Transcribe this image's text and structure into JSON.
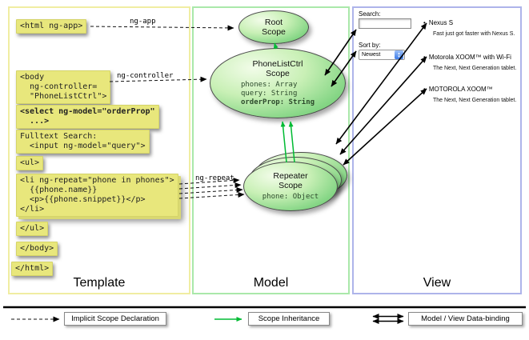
{
  "columns": {
    "template": "Template",
    "model": "Model",
    "view": "View"
  },
  "template": {
    "snippets": [
      {
        "code": "<html ng-app>"
      },
      {
        "code": "<body\n  ng-controller=\n  \"PhoneListCtrl\">"
      },
      {
        "code": "<select ng-model=\"orderProp\"\n  ...>"
      },
      {
        "code": "Fulltext Search:\n  <input ng-model=\"query\">"
      },
      {
        "code": "<ul>"
      },
      {
        "code": "<li ng-repeat=\"phone in phones\">\n  {{phone.name}}\n  <p>{{phone.snippet}}</p>\n</li>"
      },
      {
        "code": "</ul>"
      },
      {
        "code": "</body>"
      },
      {
        "code": "</html>"
      }
    ]
  },
  "arrows": {
    "ng_app": "ng-app",
    "ng_controller": "ng-controller",
    "ng_repeat": "ng-repeat"
  },
  "model": {
    "root_scope": {
      "title": "Root\nScope"
    },
    "phonelist_scope": {
      "title": "PhoneListCtrl\nScope",
      "props": [
        "phones: Array",
        "query: String",
        "orderProp: String"
      ]
    },
    "repeater_scope": {
      "title": "Repeater\nScope",
      "props": [
        "phone: Object"
      ]
    }
  },
  "view": {
    "search_label": "Search:",
    "search_value": "",
    "sort_label": "Sort by:",
    "sort_value": "Newest",
    "phones": [
      {
        "name": "Nexus S",
        "snippet": "Fast just got faster with Nexus S."
      },
      {
        "name": "Motorola XOOM™ with Wi-Fi",
        "snippet": "The Next, Next Generation tablet."
      },
      {
        "name": "MOTOROLA XOOM™",
        "snippet": "The Next, Next Generation tablet."
      }
    ]
  },
  "legend": {
    "items": [
      {
        "label": "Implicit Scope Declaration"
      },
      {
        "label": "Scope Inheritance"
      },
      {
        "label": "Model / View Data-binding"
      }
    ]
  },
  "icons": {
    "stepper_up": "▴",
    "stepper_down": "▾",
    "bullet": "•"
  },
  "colors": {
    "code_box": "#e8e77c",
    "inheritance_green": "#00bb33",
    "template_border": "#f0eda2",
    "model_border": "#aae8aa",
    "view_border": "#aeb4ea"
  }
}
